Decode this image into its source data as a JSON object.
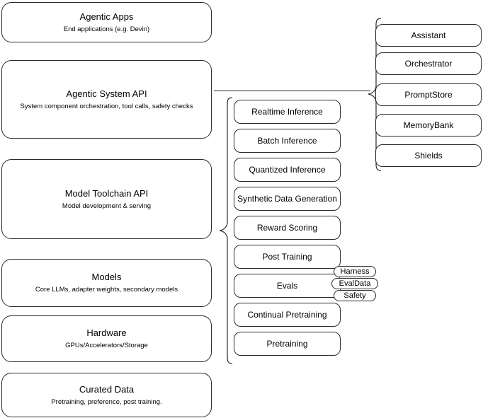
{
  "diagram": {
    "title": "Llama Stack layered architecture diagram",
    "background_color": "#ffffff",
    "stroke_color": "#2a2a2a"
  },
  "layers": [
    {
      "name": "agentic-apps",
      "title": "Agentic Apps",
      "subtitle": "End applications (e.g. Devin)"
    },
    {
      "name": "agentic-system-api",
      "title": "Agentic System API",
      "subtitle": "System component orchestration, tool calls, safety checks"
    },
    {
      "name": "model-toolchain-api",
      "title": "Model Toolchain API",
      "subtitle": "Model development & serving"
    },
    {
      "name": "models",
      "title": "Models",
      "subtitle": "Core LLMs, adapter weights, secondary models"
    },
    {
      "name": "hardware",
      "title": "Hardware",
      "subtitle": "GPUs/Accelerators/Storage"
    },
    {
      "name": "curated-data",
      "title": "Curated Data",
      "subtitle": "Pretraining, preference, post training."
    }
  ],
  "toolchain_capabilities": [
    {
      "name": "realtime-inference",
      "label": "Realtime Inference"
    },
    {
      "name": "batch-inference",
      "label": "Batch Inference"
    },
    {
      "name": "quantized-inference",
      "label": "Quantized Inference"
    },
    {
      "name": "synthetic-data-generation",
      "label": "Synthetic Data Generation"
    },
    {
      "name": "reward-scoring",
      "label": "Reward Scoring"
    },
    {
      "name": "post-training",
      "label": "Post Training"
    },
    {
      "name": "evals",
      "label": "Evals"
    },
    {
      "name": "continual-pretraining",
      "label": "Continual Pretraining"
    },
    {
      "name": "pretraining",
      "label": "Pretraining"
    }
  ],
  "agentic_components": [
    {
      "name": "assistant",
      "label": "Assistant"
    },
    {
      "name": "orchestrator",
      "label": "Orchestrator"
    },
    {
      "name": "promptstore",
      "label": "PromptStore"
    },
    {
      "name": "memorybank",
      "label": "MemoryBank"
    },
    {
      "name": "shields",
      "label": "Shields"
    }
  ],
  "evals_subitems": [
    {
      "name": "harness",
      "label": "Harness"
    },
    {
      "name": "evaldata",
      "label": "EvalData"
    },
    {
      "name": "safety",
      "label": "Safety"
    }
  ]
}
